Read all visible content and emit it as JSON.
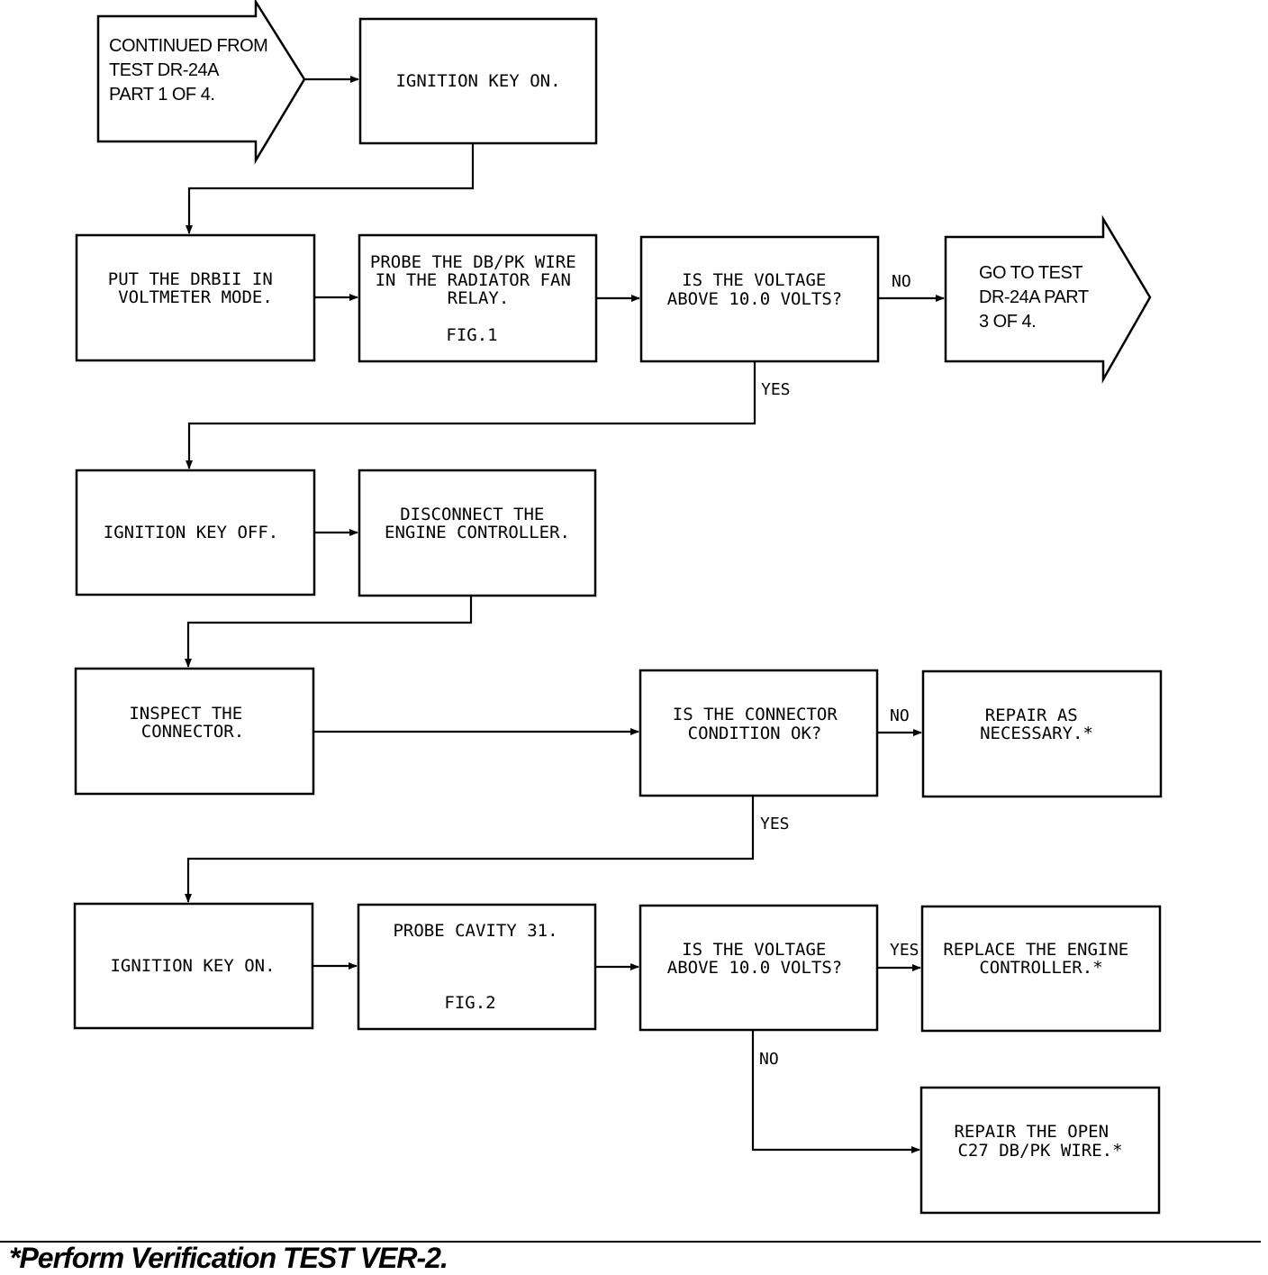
{
  "diagram": {
    "nodes": {
      "continued_from": [
        "CONTINUED FROM",
        "TEST DR-24A",
        "PART 1 OF 4."
      ],
      "ignition_on_1": [
        "IGNITION KEY ON."
      ],
      "put_drbii": [
        "PUT THE DRBII IN",
        "VOLTMETER MODE."
      ],
      "probe_wire": [
        "PROBE THE DB/PK WIRE",
        "IN THE RADIATOR FAN",
        "RELAY."
      ],
      "probe_wire_fig": "FIG.1",
      "voltage_q1": [
        "IS THE VOLTAGE",
        "ABOVE 10.0 VOLTS?"
      ],
      "goto_test": [
        "GO TO TEST",
        "DR-24A PART",
        "3 OF 4."
      ],
      "ignition_off": [
        "IGNITION KEY OFF."
      ],
      "disconnect": [
        "DISCONNECT THE",
        "ENGINE CONTROLLER."
      ],
      "inspect": [
        "INSPECT THE",
        "CONNECTOR."
      ],
      "connector_q": [
        "IS THE CONNECTOR",
        "CONDITION OK?"
      ],
      "repair_necessary": [
        "REPAIR AS",
        "NECESSARY.*"
      ],
      "ignition_on_2": [
        "IGNITION KEY ON."
      ],
      "probe_cavity": [
        "PROBE CAVITY 31."
      ],
      "probe_cavity_fig": "FIG.2",
      "voltage_q2": [
        "IS THE VOLTAGE",
        "ABOVE 10.0 VOLTS?"
      ],
      "replace_controller": [
        "REPLACE THE ENGINE",
        "CONTROLLER.*"
      ],
      "repair_open": [
        "REPAIR THE OPEN",
        "C27 DB/PK WIRE.*"
      ]
    },
    "edge_labels": {
      "q1_no": "NO",
      "q1_yes": "YES",
      "conn_no": "NO",
      "conn_yes": "YES",
      "q2_yes": "YES",
      "q2_no": "NO"
    }
  },
  "footnote": "*Perform Verification TEST VER-2."
}
